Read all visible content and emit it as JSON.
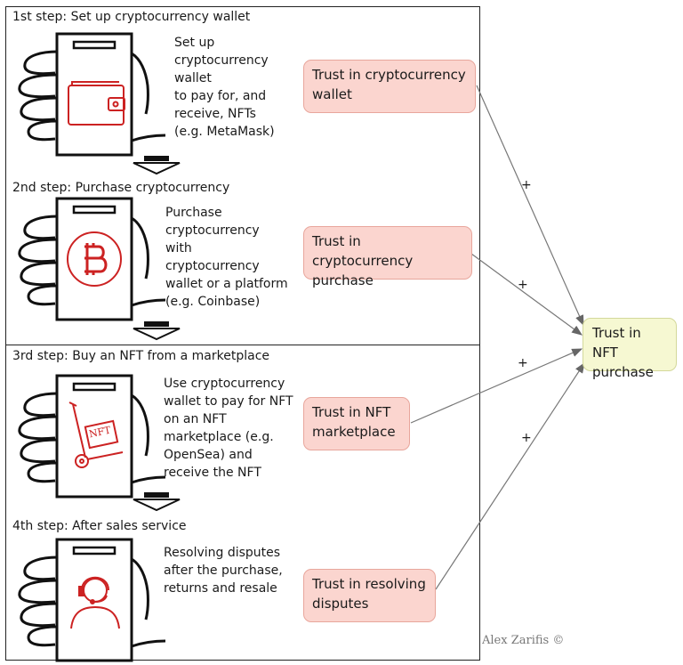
{
  "steps": [
    {
      "title": "1st step: Set up cryptocurrency wallet",
      "description": "Set up\ncryptocurrency\nwallet\nto pay for, and\nreceive, NFTs\n(e.g. MetaMask)",
      "icon": "wallet-icon",
      "trust": "Trust in cryptocurrency\nwallet"
    },
    {
      "title": "2nd step: Purchase cryptocurrency",
      "description": "Purchase\ncryptocurrency\nwith\ncryptocurrency\nwallet or a platform\n(e.g. Coinbase)",
      "icon": "bitcoin-icon",
      "trust": "Trust in cryptocurrency\npurchase"
    },
    {
      "title": "3rd step: Buy an NFT from a marketplace",
      "description": "Use cryptocurrency\nwallet to pay for NFT\non an NFT\nmarketplace (e.g.\nOpenSea) and\nreceive the NFT",
      "icon": "nft-trolley-icon",
      "icon_text": "NFT",
      "trust": "Trust in NFT\nmarketplace"
    },
    {
      "title": "4th step: After sales service",
      "description": "Resolving disputes\nafter the purchase,\nreturns and resale",
      "icon": "headset-support-icon",
      "trust": "Trust in resolving\ndisputes"
    }
  ],
  "result": "Trust in NFT\npurchase",
  "plus_signs": [
    "+",
    "+",
    "+",
    "+"
  ],
  "credit": "Alex Zarifis ©",
  "colors": {
    "icon_red": "#cc2222",
    "trust_fill": "#fbd5cf",
    "result_fill": "#f6f8d2",
    "line": "#777777"
  }
}
